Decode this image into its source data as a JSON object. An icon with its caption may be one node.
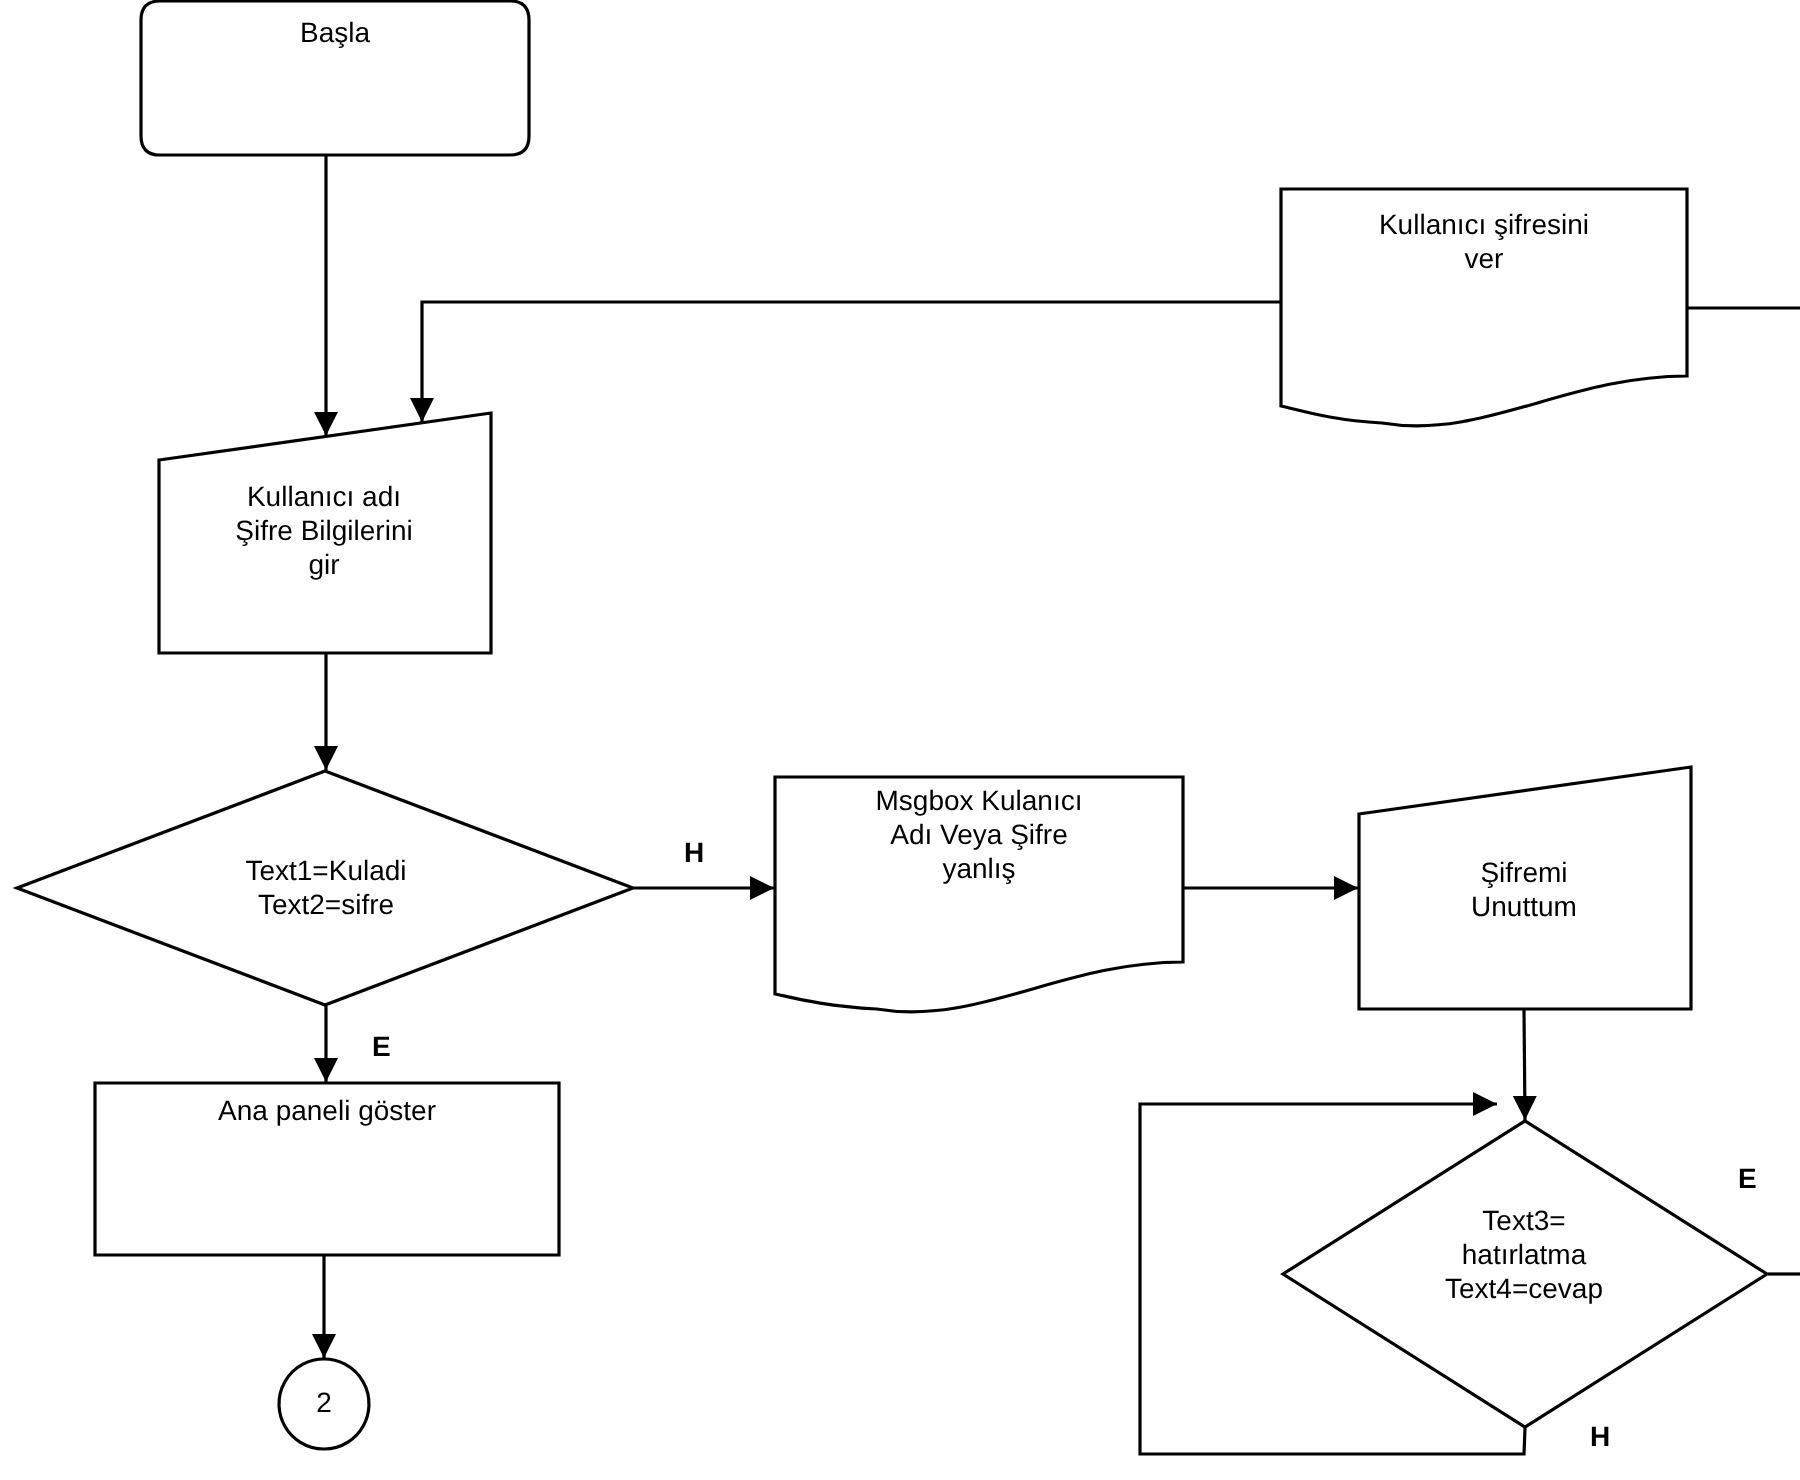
{
  "diagram": {
    "nodes": [
      {
        "text": [
          "Başla"
        ]
      },
      {
        "text": [
          "Kullanıcı adı Şifre Bilgilerini gir"
        ]
      },
      {
        "text": [
          "Text1=Kuladi Text2=sifre"
        ]
      },
      {
        "text": [
          "Ana paneli göster"
        ]
      },
      {
        "text": [
          "2"
        ]
      },
      {
        "text": [
          "Kullanıcı şifresini ver"
        ]
      },
      {
        "text": [
          "Msgbox Kulanıcı Adı Veya Şifre yanlış"
        ]
      },
      {
        "text": [
          "Şifremi Unuttum"
        ]
      },
      {
        "text": [
          "Text3= hatırlatma Text4=cevap"
        ]
      }
    ],
    "edges": [
      {
        "from": 0,
        "to": 1,
        "arrow": "to"
      },
      {
        "from": 5,
        "to": 1,
        "arrow": "to"
      },
      {
        "from": 1,
        "to": 2,
        "arrow": "to"
      },
      {
        "from": 2,
        "to": 3,
        "arrow": "to",
        "label": "E"
      },
      {
        "from": 3,
        "to": 4,
        "arrow": "to"
      },
      {
        "from": 2,
        "to": 6,
        "arrow": "to",
        "label": "H"
      },
      {
        "from": 6,
        "to": 7,
        "arrow": "to"
      },
      {
        "from": 7,
        "to": 8,
        "arrow": "to"
      },
      {
        "from": 8,
        "to": 8,
        "arrow": "to",
        "label": "H"
      },
      {
        "from": 8,
        "to": null,
        "arrow": "none",
        "label": "E"
      },
      {
        "from": null,
        "to": 5,
        "arrow": "none"
      }
    ]
  }
}
